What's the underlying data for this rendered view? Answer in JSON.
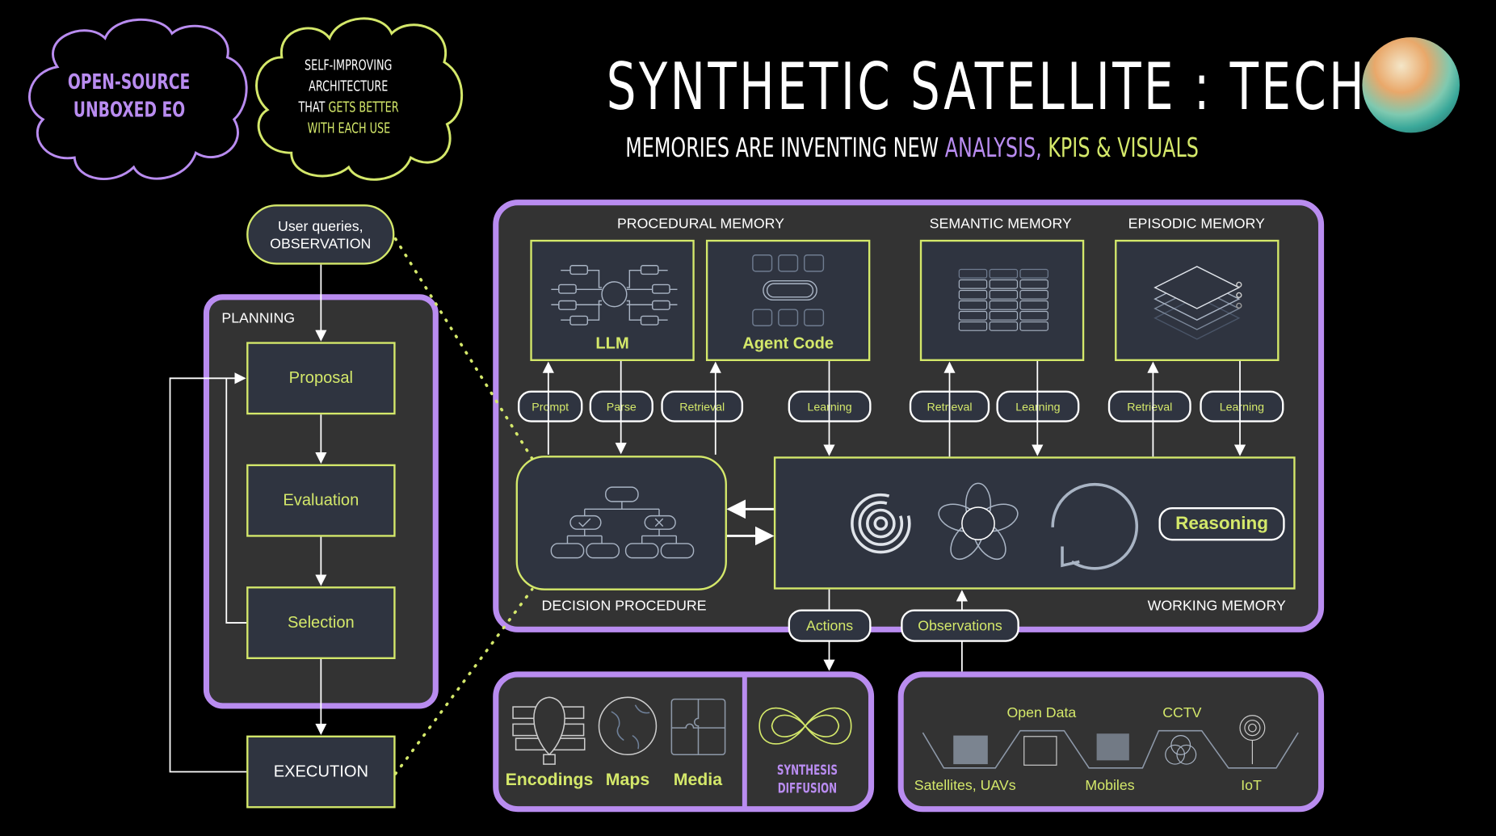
{
  "clouds": {
    "open_source": {
      "line1": "OPEN-SOURCE",
      "line2": "UNBOXED EO"
    },
    "self_improving": {
      "line1": "SELF-IMPROVING",
      "line2": "ARCHITECTURE",
      "line3_plain": "THAT ",
      "line3_accent": "GETS BETTER",
      "line4": "WITH EACH USE"
    }
  },
  "header": {
    "title": "SYNTHETIC SATELLITE : TECH",
    "subtitle_plain": "MEMORIES ARE INVENTING NEW ",
    "subtitle_purple": "ANALYSIS,",
    "subtitle_green": " KPIS & VISUALS"
  },
  "planning": {
    "input": {
      "line1": "User queries,",
      "line2": "OBSERVATION"
    },
    "title": "PLANNING",
    "steps": [
      "Proposal",
      "Evaluation",
      "Selection"
    ],
    "execution": "EXECUTION"
  },
  "memory": {
    "procedural_title": "PROCEDURAL MEMORY",
    "semantic_title": "SEMANTIC MEMORY",
    "episodic_title": "EPISODIC MEMORY",
    "llm_label": "LLM",
    "agent_code_label": "Agent Code",
    "pills": [
      "Prompt",
      "Parse",
      "Retrieval",
      "Learning",
      "Retrieval",
      "Learning",
      "Retrieval",
      "Learning"
    ],
    "decision_label": "DECISION PROCEDURE",
    "working_label": "WORKING MEMORY",
    "reasoning_label": "Reasoning",
    "actions": "Actions",
    "observations": "Observations"
  },
  "outputs": {
    "items": [
      "Encodings",
      "Maps",
      "Media"
    ],
    "synthesis_line1": "SYNTHESIS",
    "synthesis_line2": "DIFFUSION"
  },
  "sources": {
    "top": [
      "Open Data",
      "CCTV"
    ],
    "bottom": [
      "Satellites, UAVs",
      "Mobiles",
      "IoT"
    ]
  },
  "colors": {
    "purple": "#b98cf0",
    "green": "#d4e86a",
    "panel": "#333333",
    "box": "#2f3440"
  }
}
